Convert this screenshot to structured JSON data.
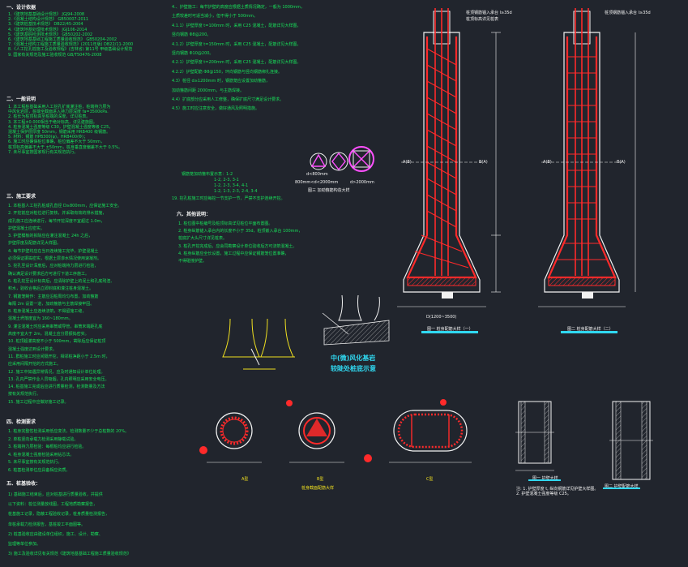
{
  "sec1": {
    "title": "一、设计依据",
    "lines": [
      "1.《建筑地基基础设计规范》        JGJ94-2008",
      "2.《混凝土结构设计规范》          GB50007-2011",
      "3.《建筑桩基技术规范》            DB22/45-2004",
      "4.《建筑地基处理技术规范》        JGJ106-2014",
      "5.《建筑基桩检测技术规范》        GB50202-2002",
      "6.《建筑地基基础工程施工质量验收规范》 GB50204-2002",
      "7.《混凝土结构工程施工质量验收规范》(2011年版) DB22/11-2000",
      "8.《人工挖孔桩施工及验收规程》(吉林省) 第11号 甲级基础设计规范",
      "9. 国家有关规范及施工验收规范 GB/T50476-2008"
    ]
  },
  "sec2": {
    "title": "二、一般说明",
    "lines": [
      "1. 本工程桩基础采用人工挖孔扩底灌注桩，桩端持力层为",
      "   中风化岩层，桩端全截面进入持力层深度 fa=3500kPa.",
      "2. 桩长为桩顶标高至桩端的深度，详见桩表。",
      "3. 本工程±0.000相当于绝对标高，详见建施图。",
      "4. 桩身混凝土强度等级 C30，护壁混凝土强度等级 C25，",
      "   混凝土保护层厚度 50mm，钢筋采用 HRB400 级钢筋。",
      "5. 材料：钢筋 HPB300(φ)，HRB400(Φ)；",
      "6. 施工时应确保桩位准确，桩位偏差不大于 50mm，",
      "   桩顶标高偏差不大于 ±50mm，桩身垂直度偏差不大于 0.5%。",
      "7. 未尽事宜按国家现行有关规范执行。"
    ]
  },
  "sec3": {
    "title": "三、施工要求",
    "lines": [
      "1. 本桩基人工挖孔桩成孔直径 D≥800mm，应保证施工安全。",
      "2. 开挖前应对桩位进行复核，并采取有效的排水措施，",
      "   成孔施工应连续进行，每节开挖深度不宜超过 1.0m，",
      "   护壁混凝土应密实。",
      "3. 护壁模板的拆除应在灌注混凝土 24h 之后，",
      "   护壁厚度及配筋详见大样图。",
      "4. 每节护壁均应在当日连续施工完毕，护壁混凝土",
      "   必须保证振捣密实，根据土层渗水情况使用速凝剂。",
      "5. 挖孔至设计深度后，应对桩端持力层进行检验，",
      "   确认满足设计要求后方可进行下道工序施工。",
      "6. 桩孔挖至设计标高后，应清除护壁上的泥土和孔底残渣、",
      "   积水，验收合格后立即封底和灌注桩身混凝土。",
      "7. 钢筋笼制作：主筋应沿桩周均匀布置，加劲箍筋",
      "   每隔 2m 设置一道，加劲箍筋与主筋焊接牢固。",
      "8. 桩身混凝土应连续浇筑，不得留施工缝，",
      "   混凝土坍落度宜为 160~180mm。",
      "9. 灌注混凝土时应采用串筒或导管，串筒末端距孔底",
      "   高度不宜大于 2m，混凝土应分层振捣密实。",
      "10. 桩顶超灌高度不小于 500mm，凿除后应保证桩顶",
      "    混凝土强度达到设计要求。",
      "11. 群桩施工时应间隔开挖，相邻桩净距小于 2.5m 时，",
      "    应采用间隔开挖的方式施工。",
      "12. 施工中如遇异常情况，应及时通知设计单位处理。",
      "13. 孔内严禁作业人员吸烟，孔内照明应采用安全电压。",
      "14. 桩基施工完成后应进行质量检测，检测数量及方法",
      "    按有关规范执行。",
      "15. 施工过程中应做好施工记录。"
    ]
  },
  "sec4": {
    "title": "四、检测要求",
    "lines": [
      "1. 桩身完整性检测采用低应变法，检测数量不少于总桩数的 20%。",
      "2. 单桩竖向承载力检测采用静载试验。",
      "3. 桩端持力层检验：每根桩均应进行检验。",
      "4. 桩身混凝土强度检验采用钻芯法。",
      "5. 未尽事宜按有关规范执行。",
      "6. 桩基检测单位应具备相应资质。"
    ]
  },
  "sec5": {
    "title": "五、桩基验收：",
    "lines": [
      "1) 基础施工结束后，应对桩基进行质量验收，并提供",
      "   以下资料：桩位测量放线图，工程地质勘察报告，",
      "   桩基施工记录，隐蔽工程验收记录，桩身质量检测报告，",
      "   单桩承载力检测报告，基桩竣工平面图等。",
      "2) 桩基验收应由建设单位组织，施工、设计、勘察、",
      "   监理等单位参加。",
      "3) 施工及验收详见有关规范《建筑地基基础工程施工质量验收规范》"
    ]
  },
  "sec4b": {
    "lines": [
      "4.、护壁施工：每节护壁的高度应根据土质情况确定，一般为 1000mm，",
      "    土质较差时可适当减小，但不得小于 500mm。",
      "4.1.1）护壁厚度 t=100mm 时，采用 C25 混凝土，配筋详见大样图，",
      "     竖向钢筋 Φ8@200。",
      "4.1.2）护壁厚度 t=150mm 时，采用 C25 混凝土，配筋详见大样图，",
      "     竖向钢筋 Φ10@200。",
      "4.2.1）护壁厚度 t=200mm 时，采用 C25 混凝土，配筋详见大样图。",
      "4.2.2）护壁配筋 Φ8@150，环向钢筋与竖向钢筋绑扎连接。",
      "4.3）桩径 d≥1200mm 时，钢筋笼应设置加劲箍筋，",
      "     加劲箍筋间距 2000mm，与主筋焊接。",
      "4.4）扩底部分应采用人工修整，确保扩底尺寸满足设计要求。",
      "4.5）施工时应注意安全，做好通风及照明措施。"
    ]
  },
  "stirrup_seq": {
    "label": "钢筋笼加劲箍布置示意：1-2",
    "rows": [
      "1-2, 2-3, 3-1",
      "1-2, 2-3, 3-4, 4-1",
      "1-2, 1-3, 2-3, 2-4, 3-4"
    ]
  },
  "stirrup_captions": {
    "c1": "d<800mm",
    "c2": "800mm<d<2000mm",
    "c3": "d>2000mm",
    "main": "图三  加劲箍筋构造大样"
  },
  "note19": "19. 挖孔桩施工时应每挖一节支护一节，严禁不支护连续开挖。",
  "sec6": {
    "title": "六、其他说明：",
    "lines": [
      "1. 桩位图中桩编号及桩顶标高详见桩位平面布置图。",
      "2. 桩身纵筋锚入承台内的长度不小于 35d，桩顶嵌入承台 100mm，",
      "   桩底扩大头尺寸详见桩表。",
      "3. 桩孔开挖完成后，应会同勘察设计单位验收后方可浇筑混凝土。",
      "4. 桩身纵筋应全长设置，施工过程中应保证钢筋笼位置准确，",
      "   不得碰撞护壁。"
    ]
  },
  "rock_note": {
    "title": "中(微)风化基岩",
    "subtitle": "较陡处桩底示意"
  },
  "pile_section_labels": {
    "a": "A型",
    "b": "B型",
    "c": "C型",
    "main": "桩身截面配筋大样"
  },
  "pile1": {
    "title": "图一  桩身配筋大样（一）",
    "note1": "桩顶钢筋锚入承台 l≥35d",
    "note2": "桩顶标高详见桩表",
    "a_label": "A(B)",
    "b_label": "B(A)",
    "dim_bottom": "D(1200~3500)"
  },
  "pile2": {
    "title": "图二  桩身配筋大样（二）",
    "note1": "桩顶钢筋锚入承台 l≥35d",
    "a_label": "A(B)",
    "b_label": "B(A)"
  },
  "guard1": {
    "title": "图一  护壁大样",
    "notes": [
      "注: 1. 护壁厚度 t, 纵向钢筋详见护壁大样图。",
      "    2. 护壁混凝土强度等级 C25。"
    ]
  },
  "guard2": {
    "title": "图二  护壁配筋大样"
  },
  "colors": {
    "green": "#18e05a",
    "red": "#ff2a2a",
    "yellow": "#f0e020",
    "magenta": "#ff50ff",
    "white": "#f2f2f2",
    "cyan": "#30d8f0",
    "background": "#21252d"
  }
}
